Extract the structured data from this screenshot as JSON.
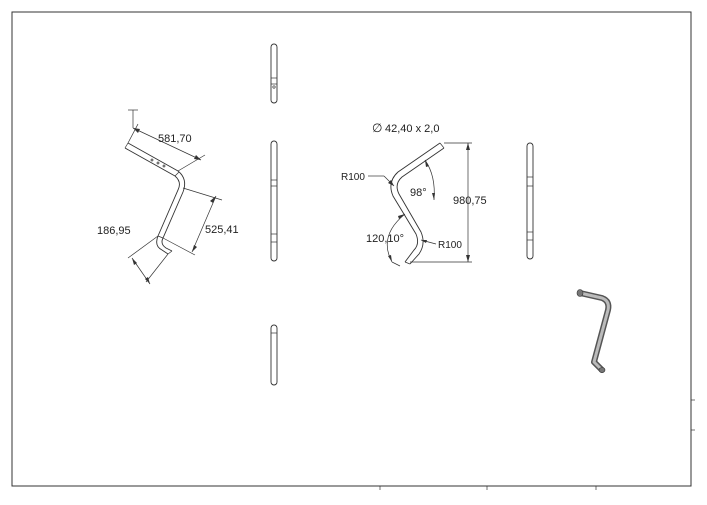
{
  "drawing": {
    "left_view": {
      "dim_top_length": "581,70",
      "dim_bottom_offset": "186,95",
      "dim_middle_length": "525,41"
    },
    "front_view": {
      "tube_spec": "42,40 x 2,0",
      "diameter_symbol": "∅",
      "bend_radius_upper": "R100",
      "bend_radius_lower": "R100",
      "angle_upper": "98°",
      "angle_lower": "120,10°",
      "overall_height": "980,75"
    }
  }
}
